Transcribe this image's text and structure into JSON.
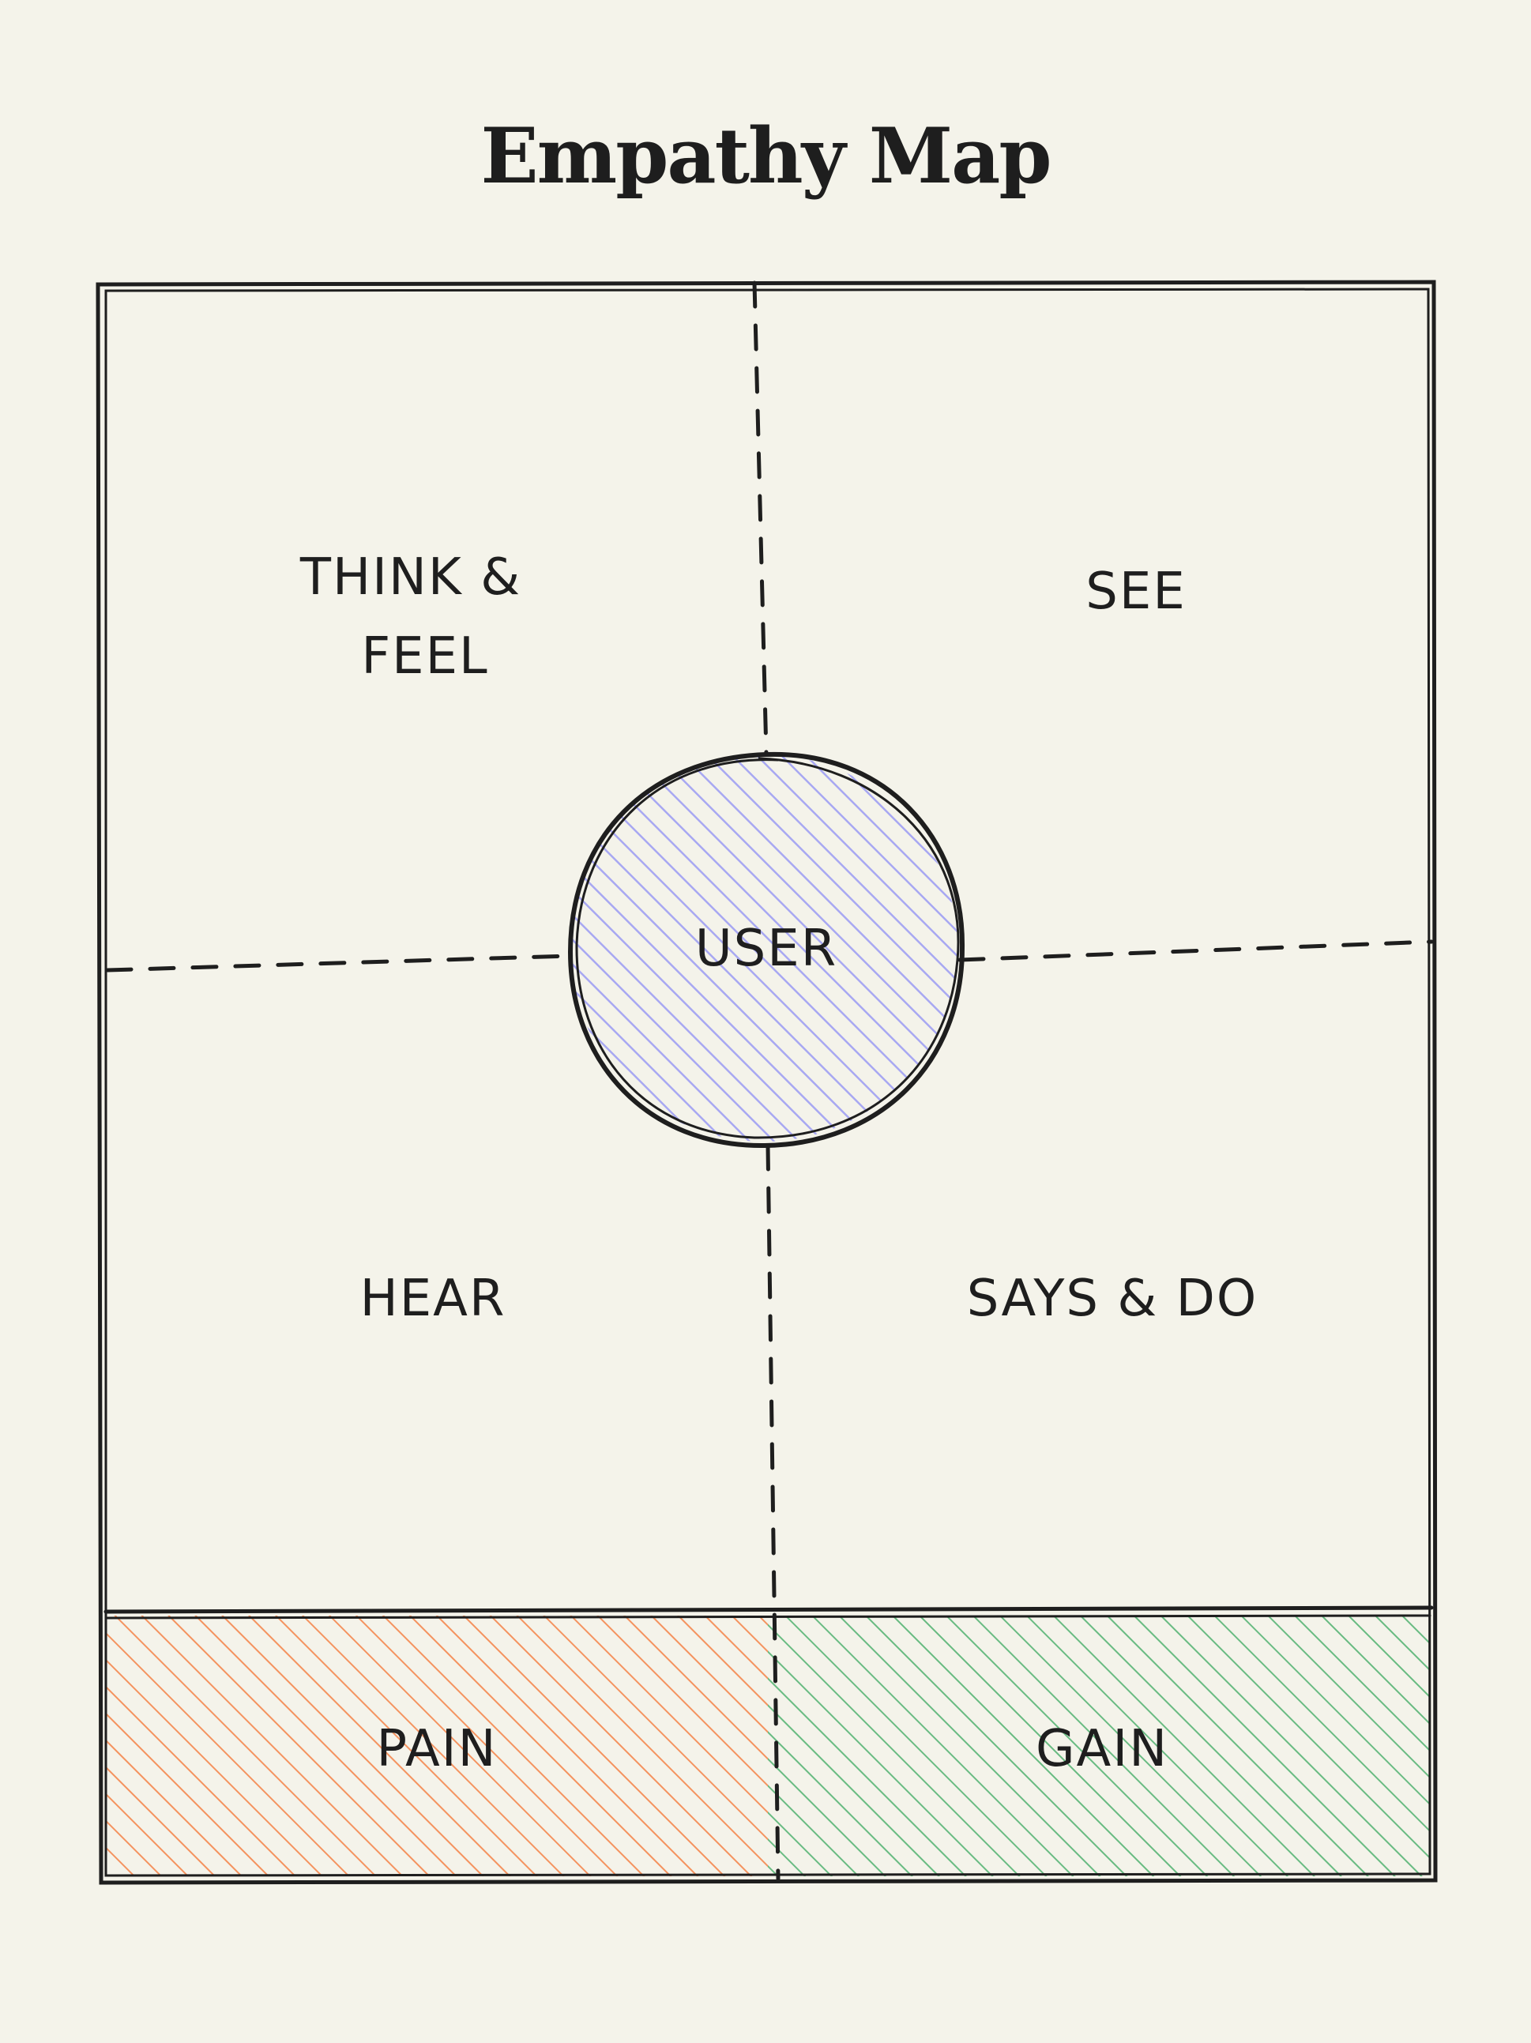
{
  "title": "Empathy Map",
  "center_label": "USER",
  "quadrants": {
    "top_left": [
      "THINK &",
      "FEEL"
    ],
    "top_right": "SEE",
    "bottom_left": "HEAR",
    "bottom_right": "SAYS & DO"
  },
  "bottom_band": {
    "left": "PAIN",
    "right": "GAIN"
  },
  "colors": {
    "background": "#f4f3ea",
    "ink": "#1e1e1e",
    "user_fill": "#a8a8f2",
    "pain_fill": "#f4935f",
    "gain_fill": "#69bb82"
  }
}
